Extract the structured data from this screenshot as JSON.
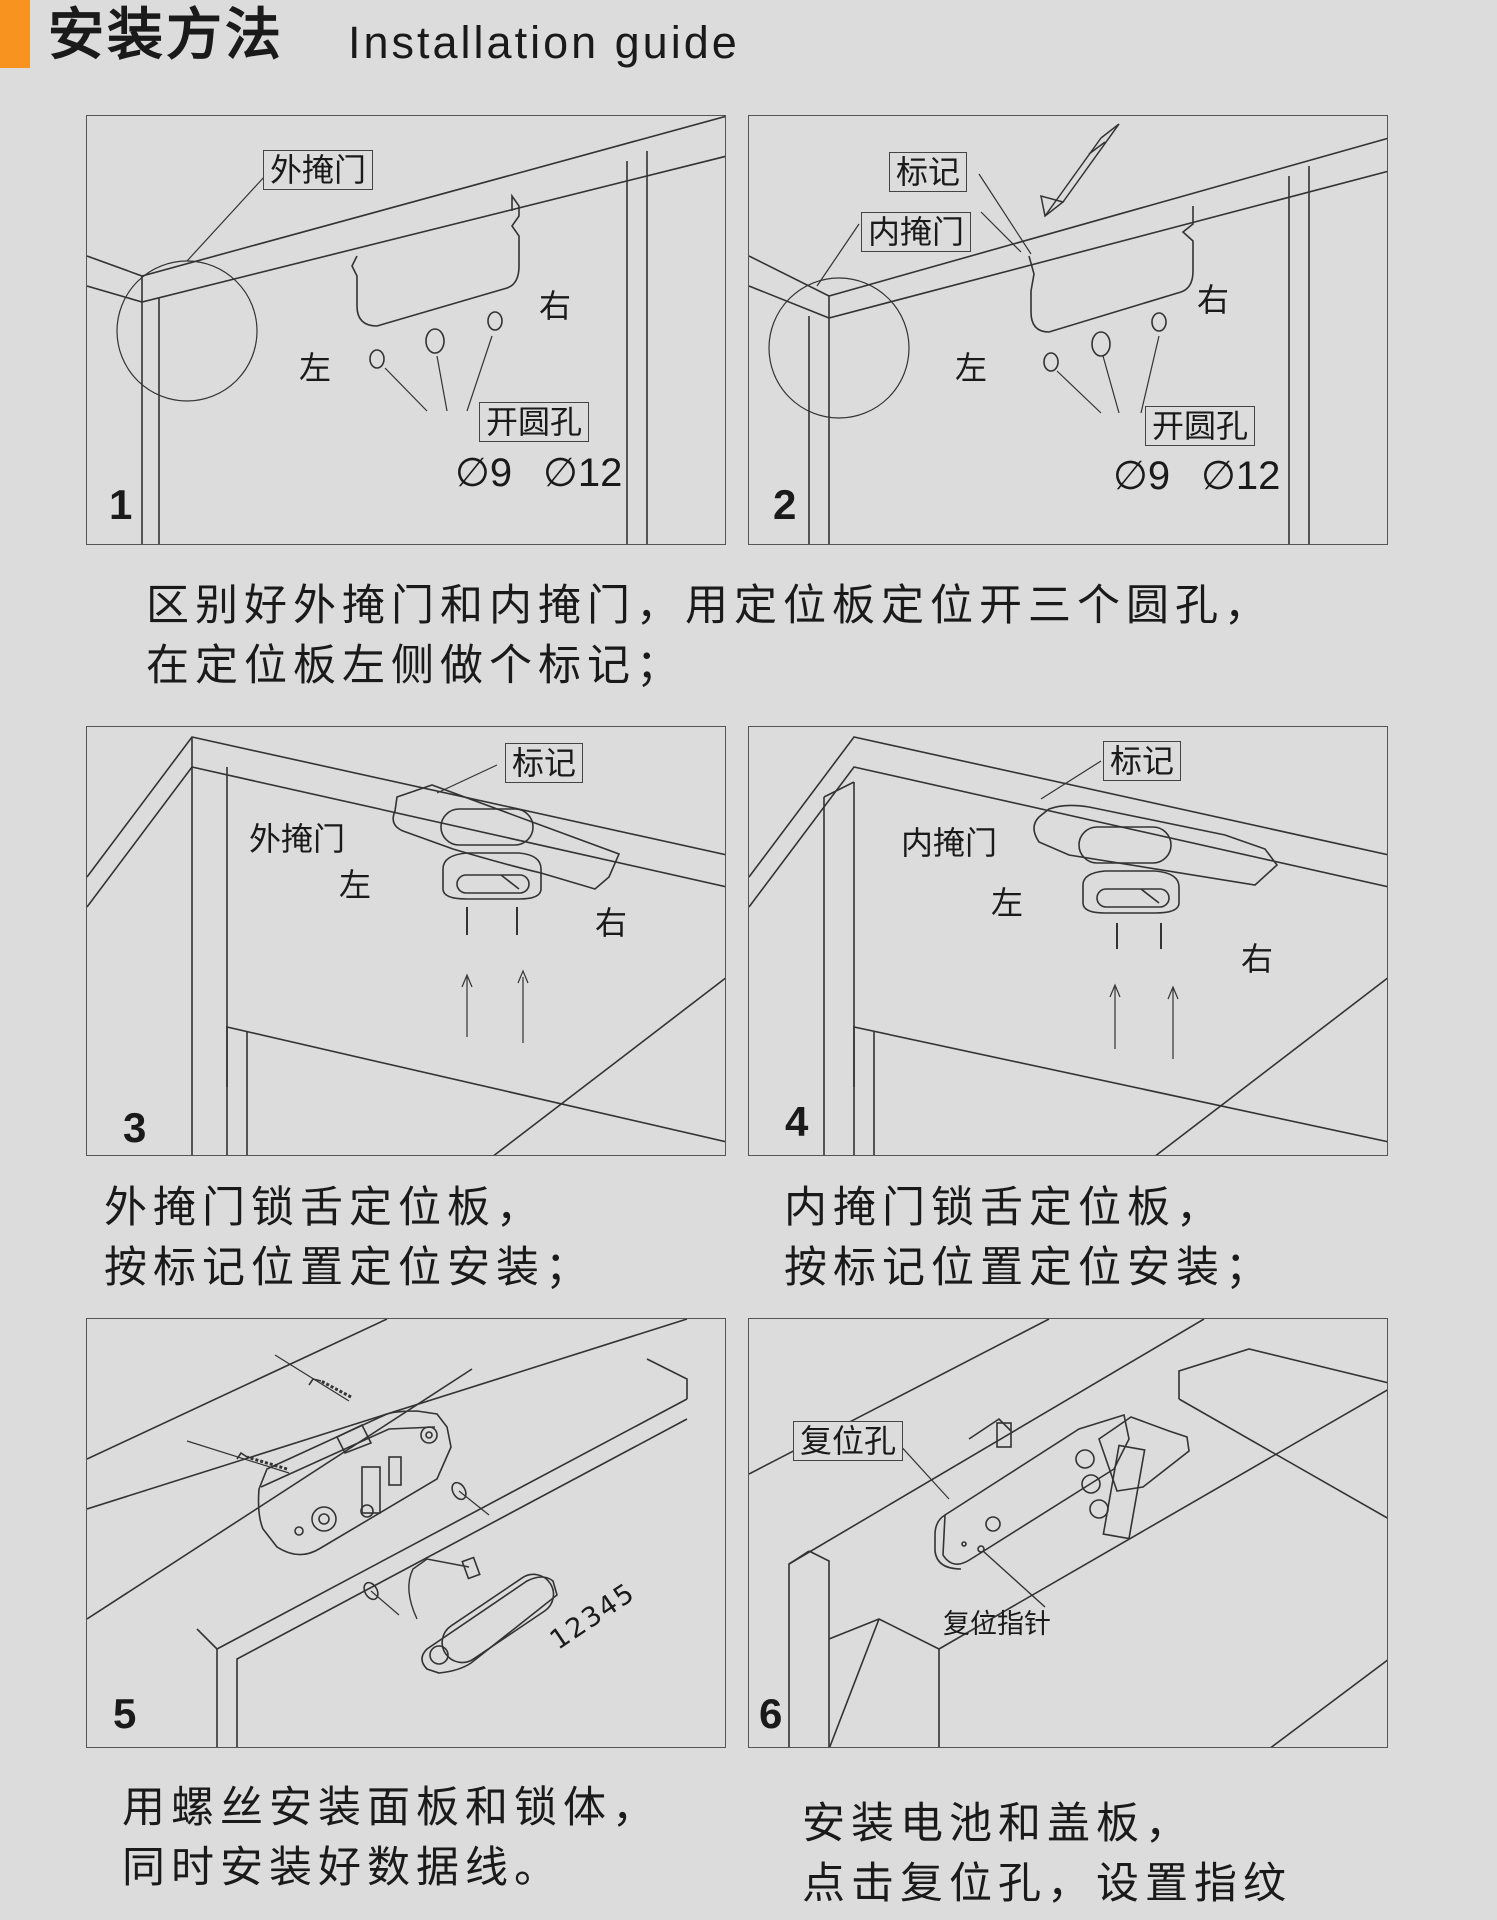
{
  "header": {
    "title_zh": "安装方法",
    "title_en": "Installation guide",
    "accent_color": "#f7931e"
  },
  "panel1": {
    "step": "1",
    "label_door": "外掩门",
    "label_left": "左",
    "label_right": "右",
    "label_holes": "开圆孔",
    "dia_small": "∅9",
    "dia_large": "∅12"
  },
  "panel2": {
    "step": "2",
    "label_mark": "标记",
    "label_door": "内掩门",
    "label_left": "左",
    "label_right": "右",
    "label_holes": "开圆孔",
    "dia_small": "∅9",
    "dia_large": "∅12"
  },
  "caption12": {
    "line1": "区别好外掩门和内掩门，用定位板定位开三个圆孔，",
    "line2": "在定位板左侧做个标记；"
  },
  "panel3": {
    "step": "3",
    "label_mark": "标记",
    "label_door": "外掩门",
    "label_left": "左",
    "label_right": "右"
  },
  "panel4": {
    "step": "4",
    "label_mark": "标记",
    "label_door": "内掩门",
    "label_left": "左",
    "label_right": "右"
  },
  "caption3": {
    "line1": "外掩门锁舌定位板，",
    "line2": "按标记位置定位安装；"
  },
  "caption4": {
    "line1": "内掩门锁舌定位板，",
    "line2": "按标记位置定位安装；"
  },
  "panel5": {
    "step": "5",
    "keypad_digits": "12345"
  },
  "panel6": {
    "step": "6",
    "label_reset_hole": "复位孔",
    "label_reset_pin": "复位指针"
  },
  "caption5": {
    "line1": "用螺丝安装面板和锁体，",
    "line2": "同时安装好数据线。"
  },
  "caption6": {
    "line1": "安装电池和盖板，",
    "line2": "点击复位孔，设置指纹"
  }
}
